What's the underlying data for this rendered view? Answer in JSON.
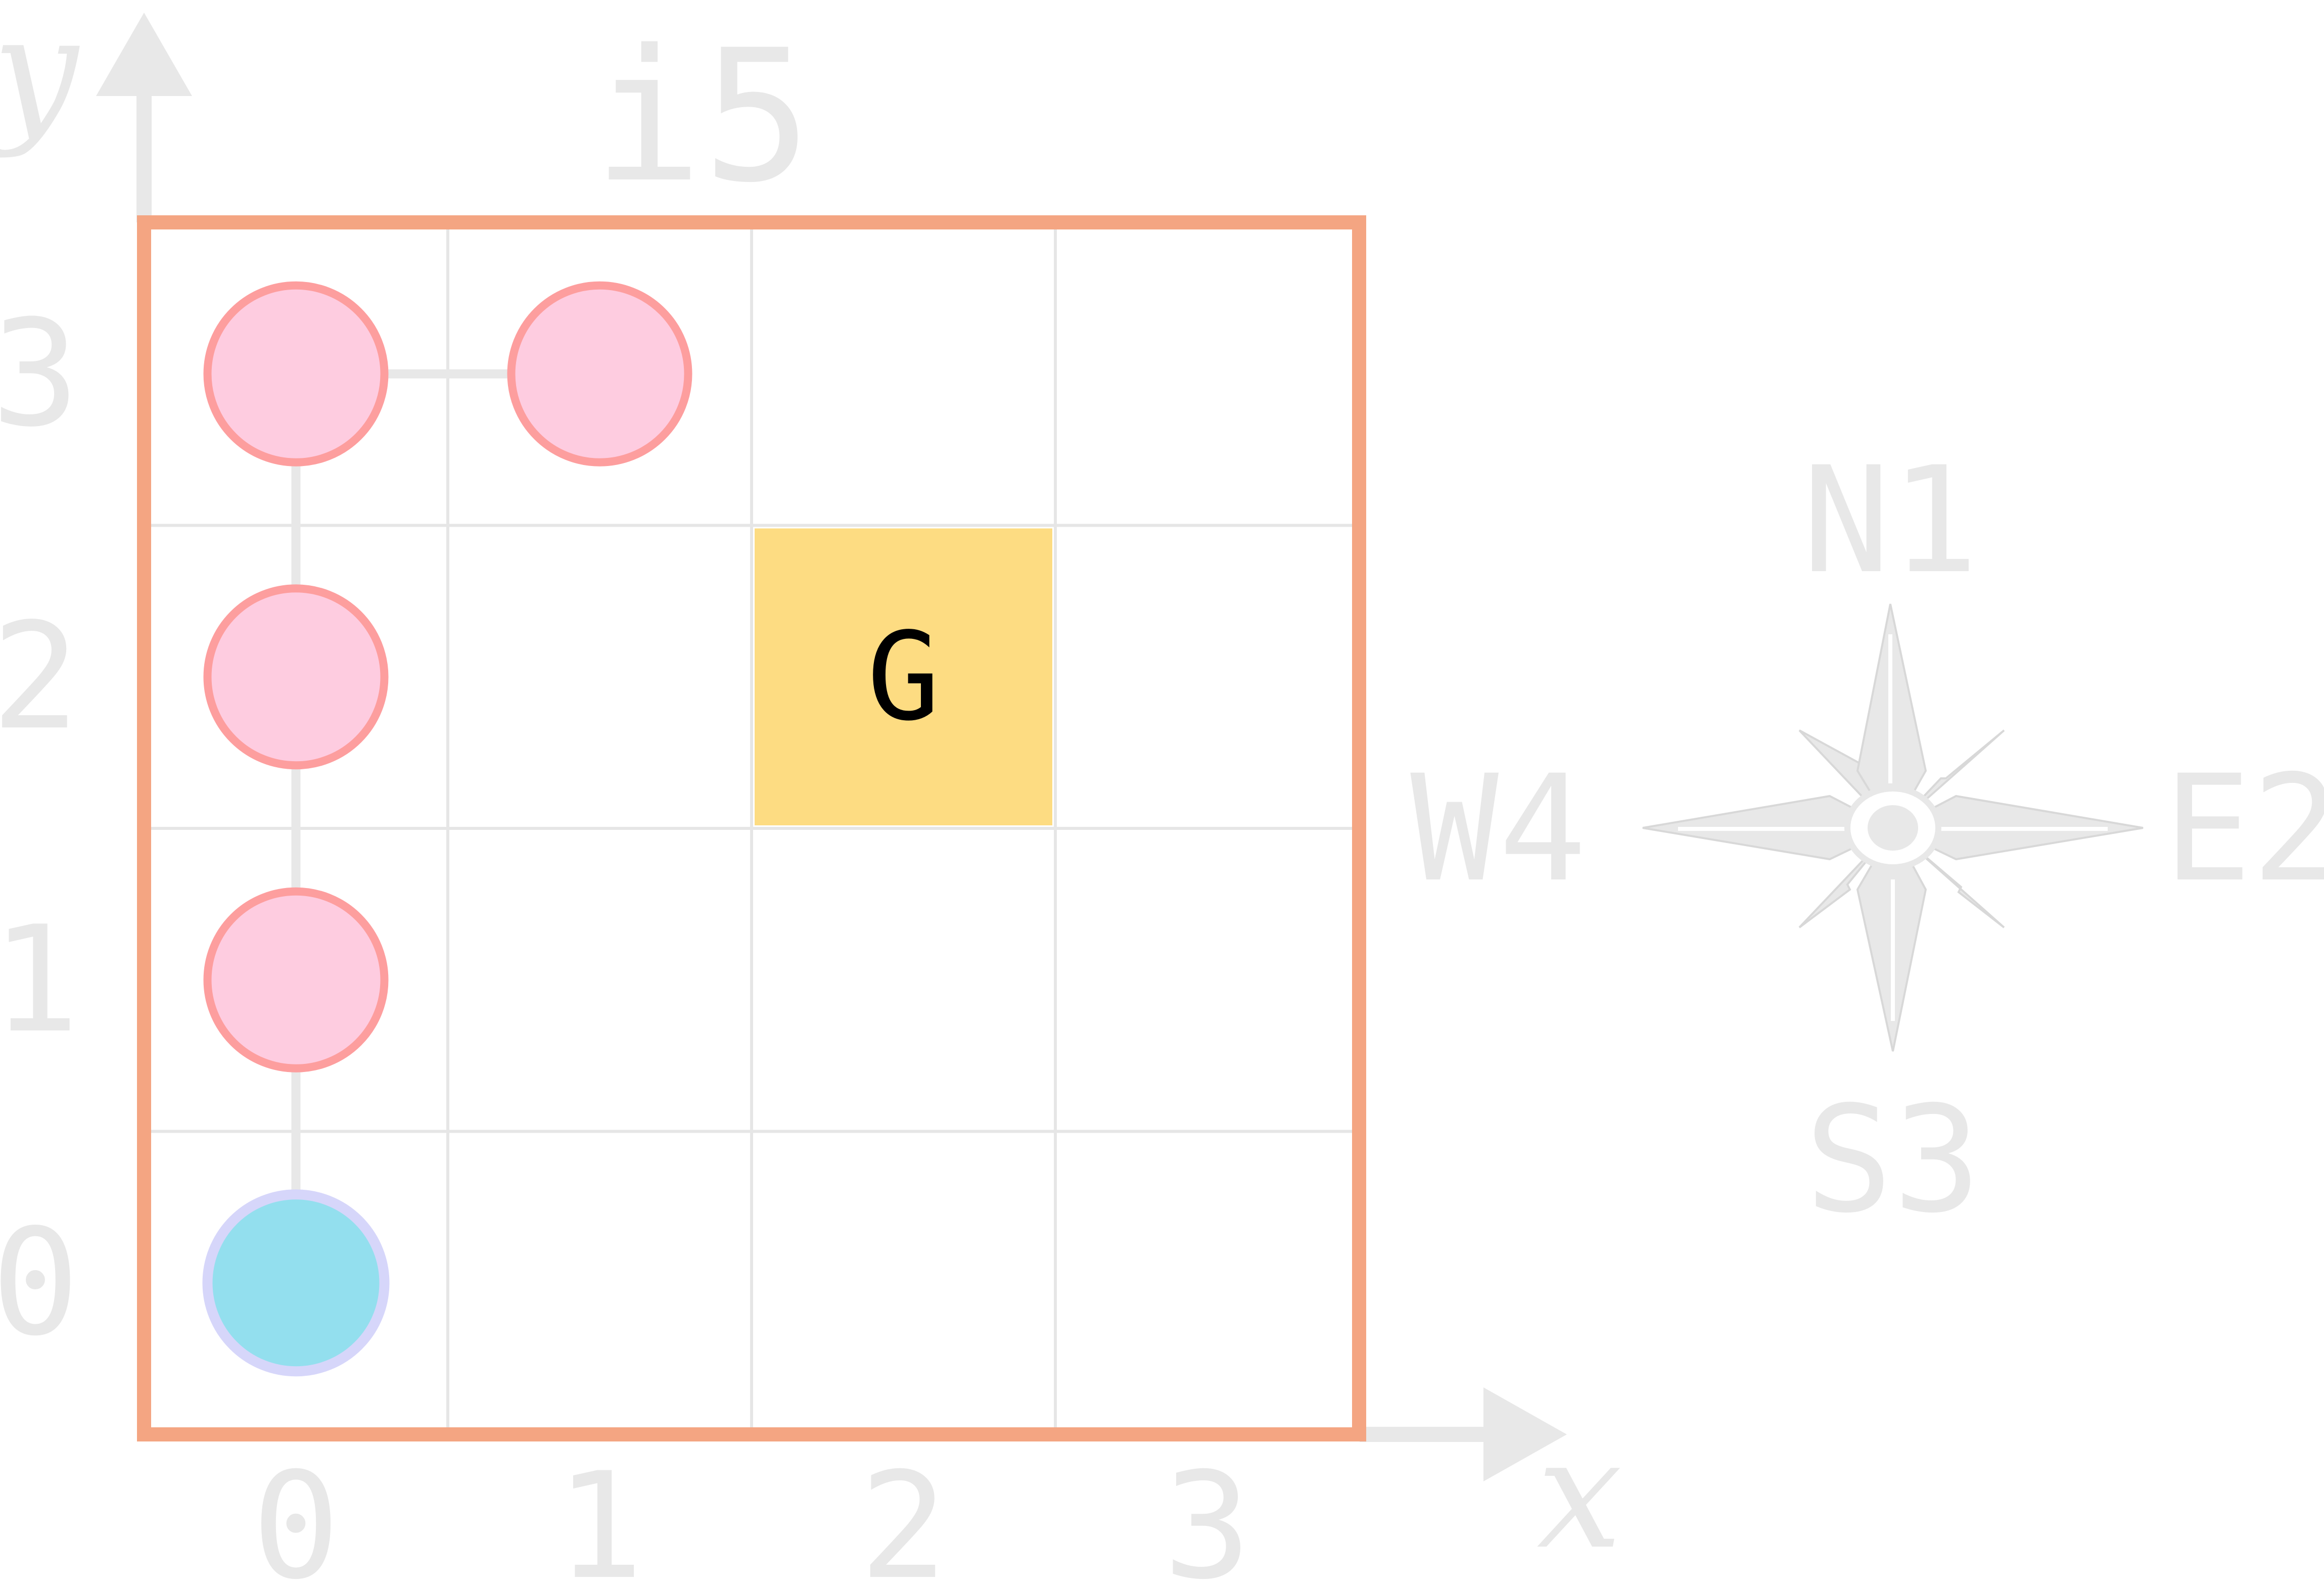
{
  "header": {
    "title": "i5"
  },
  "axes": {
    "x_label": "x",
    "y_label": "y"
  },
  "x_ticks": [
    "0",
    "1",
    "2",
    "3"
  ],
  "y_ticks": [
    "3",
    "2",
    "1",
    "0"
  ],
  "grid": {
    "cols": 4,
    "rows": 4,
    "border_color": "#f4a582",
    "line_color": "#e6e6e6"
  },
  "goal": {
    "label": "G",
    "col": 2,
    "row": 2,
    "color": "#fddc82"
  },
  "agent": {
    "col": 0,
    "row": 0,
    "fill": "#93dfee",
    "stroke": "#d6d6fa"
  },
  "body_segments": [
    {
      "col": 0,
      "row": 1
    },
    {
      "col": 0,
      "row": 2
    },
    {
      "col": 0,
      "row": 3
    },
    {
      "col": 1,
      "row": 3
    }
  ],
  "segment_style": {
    "fill": "#fecce0",
    "stroke": "#fd9e9e"
  },
  "compass": {
    "north": "N1",
    "south": "S3",
    "east": "E2",
    "west": "W4",
    "color": "#e8e8e8"
  }
}
